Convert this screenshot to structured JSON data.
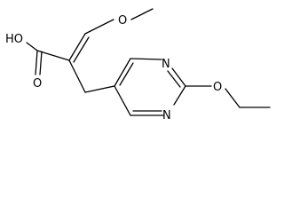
{
  "structure": {
    "atom_labels": {
      "oh": "HO",
      "o_carbonyl": "O",
      "o_methoxy": "O",
      "n_top": "N",
      "n_bottom": "N",
      "o_ethoxy": "O"
    }
  },
  "colors": {
    "bond": "#000000",
    "background": "#ffffff"
  }
}
